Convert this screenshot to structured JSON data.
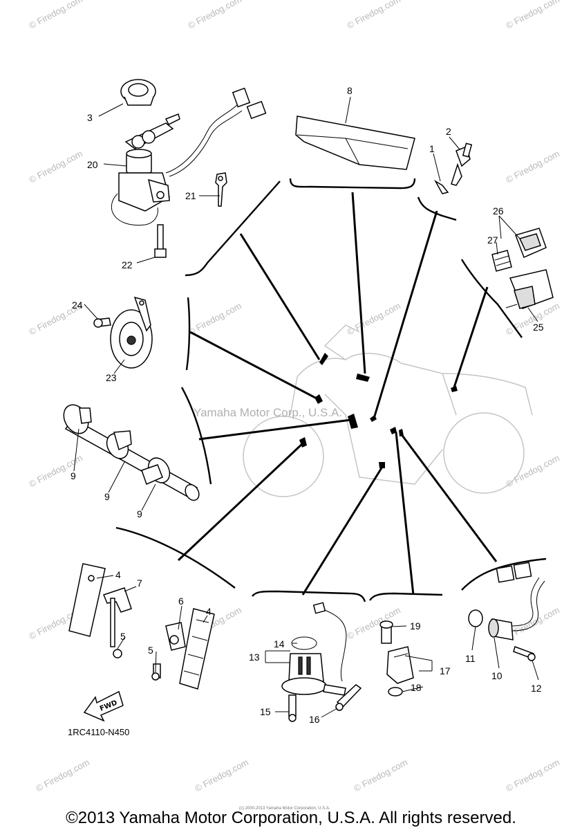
{
  "diagram": {
    "diagram_code": "1RC4110-N450",
    "fwd_label": "FWD",
    "center_watermark": "Yamaha Motor Corp., U.S.A.",
    "copyright": "©2013 Yamaha Motor Corporation, U.S.A. All rights reserved.",
    "fine_print": "(c) 2000-2013 Yamaha Motor Corporation, U.S.A.",
    "watermark": "© Firedog.com",
    "callouts": {
      "c1": "1",
      "c2": "2",
      "c3": "3",
      "c4a": "4",
      "c4b": "4",
      "c5a": "5",
      "c5b": "5",
      "c6": "6",
      "c7": "7",
      "c8": "8",
      "c9a": "9",
      "c9b": "9",
      "c9c": "9",
      "c10": "10",
      "c11": "11",
      "c12": "12",
      "c13": "13",
      "c14": "14",
      "c15": "15",
      "c16": "16",
      "c17": "17",
      "c18": "18",
      "c19": "19",
      "c20": "20",
      "c21": "21",
      "c22": "22",
      "c23": "23",
      "c24": "24",
      "c25": "25",
      "c26": "26",
      "c27": "27"
    }
  }
}
